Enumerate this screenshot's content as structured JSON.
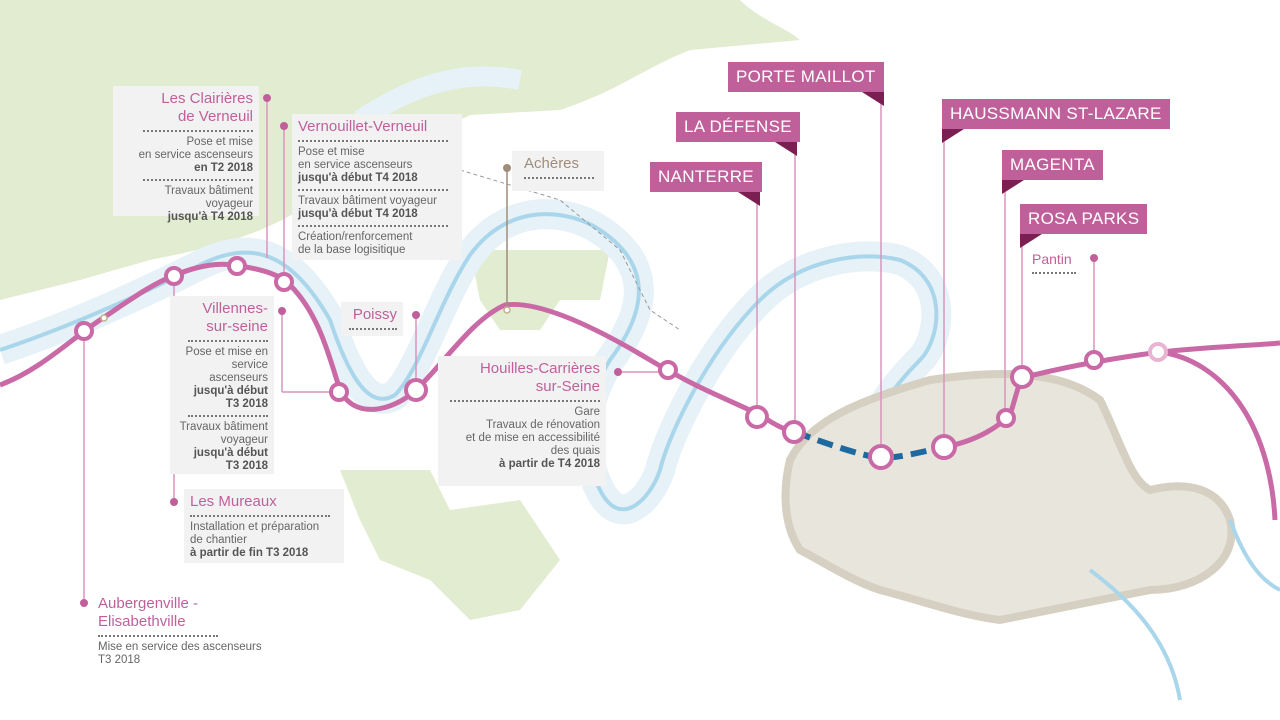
{
  "map": {
    "colors": {
      "line": "#c96aa6",
      "river": "#a9d6ea",
      "forest": "#e2ecd0",
      "paris": "#e8e5dc",
      "extension_dashed": "#1e6aa0",
      "label_bg": "#c0609b",
      "label_flag": "#7b1f52",
      "annotation_bg": "#f2f2f2",
      "acheres": "#a08c7a"
    }
  },
  "major_stations": [
    {
      "key": "porte_maillot",
      "label": "PORTE MAILLOT"
    },
    {
      "key": "la_defense",
      "label": "LA DÉFENSE"
    },
    {
      "key": "nanterre",
      "label": "NANTERRE"
    },
    {
      "key": "haussmann",
      "label": "HAUSSMANN ST-LAZARE"
    },
    {
      "key": "magenta",
      "label": "MAGENTA"
    },
    {
      "key": "rosa_parks",
      "label": "ROSA PARKS"
    }
  ],
  "annotations": {
    "clairieres": {
      "title": "Les Clairières\nde Verneuil",
      "notes": [
        {
          "text": "Pose et mise\nen service ascenseurs",
          "bold": "en T2 2018"
        },
        {
          "text": "Travaux bâtiment voyageur",
          "bold": "jusqu'à T4 2018"
        }
      ]
    },
    "vernouillet": {
      "title": "Vernouillet-Verneuil",
      "notes": [
        {
          "text": "Pose et mise\nen service ascenseurs",
          "bold": "jusqu'à début T4 2018"
        },
        {
          "text": "Travaux bâtiment voyageur",
          "bold": "jusqu'à début T4 2018"
        },
        {
          "text": "Création/renforcement\nde la base logisitique",
          "bold": ""
        }
      ]
    },
    "acheres": {
      "title": "Achères"
    },
    "villennes": {
      "title": "Villennes-\nsur-seine",
      "notes": [
        {
          "text": "Pose et mise en\nservice ascenseurs",
          "bold": "jusqu'à début\nT3 2018"
        },
        {
          "text": "Travaux bâtiment\nvoyageur",
          "bold": "jusqu'à début\nT3 2018"
        }
      ]
    },
    "poissy": {
      "title": "Poissy"
    },
    "houilles": {
      "title": "Houilles-Carrières\nsur-Seine",
      "notes": [
        {
          "text": "Gare\nTravaux de rénovation\net de mise en accessibilité\ndes quais",
          "bold": "à partir de T4 2018"
        }
      ]
    },
    "mureaux": {
      "title": "Les Mureaux",
      "notes": [
        {
          "text": "Installation et préparation\nde chantier",
          "bold": "à partir de fin T3 2018"
        }
      ]
    },
    "aubergenville": {
      "title": "Aubergenville -\nElisabethville",
      "notes": [
        {
          "text": "Mise en service des ascenseurs\nT3 2018",
          "bold": ""
        }
      ]
    },
    "pantin": {
      "title": "Pantin"
    }
  }
}
